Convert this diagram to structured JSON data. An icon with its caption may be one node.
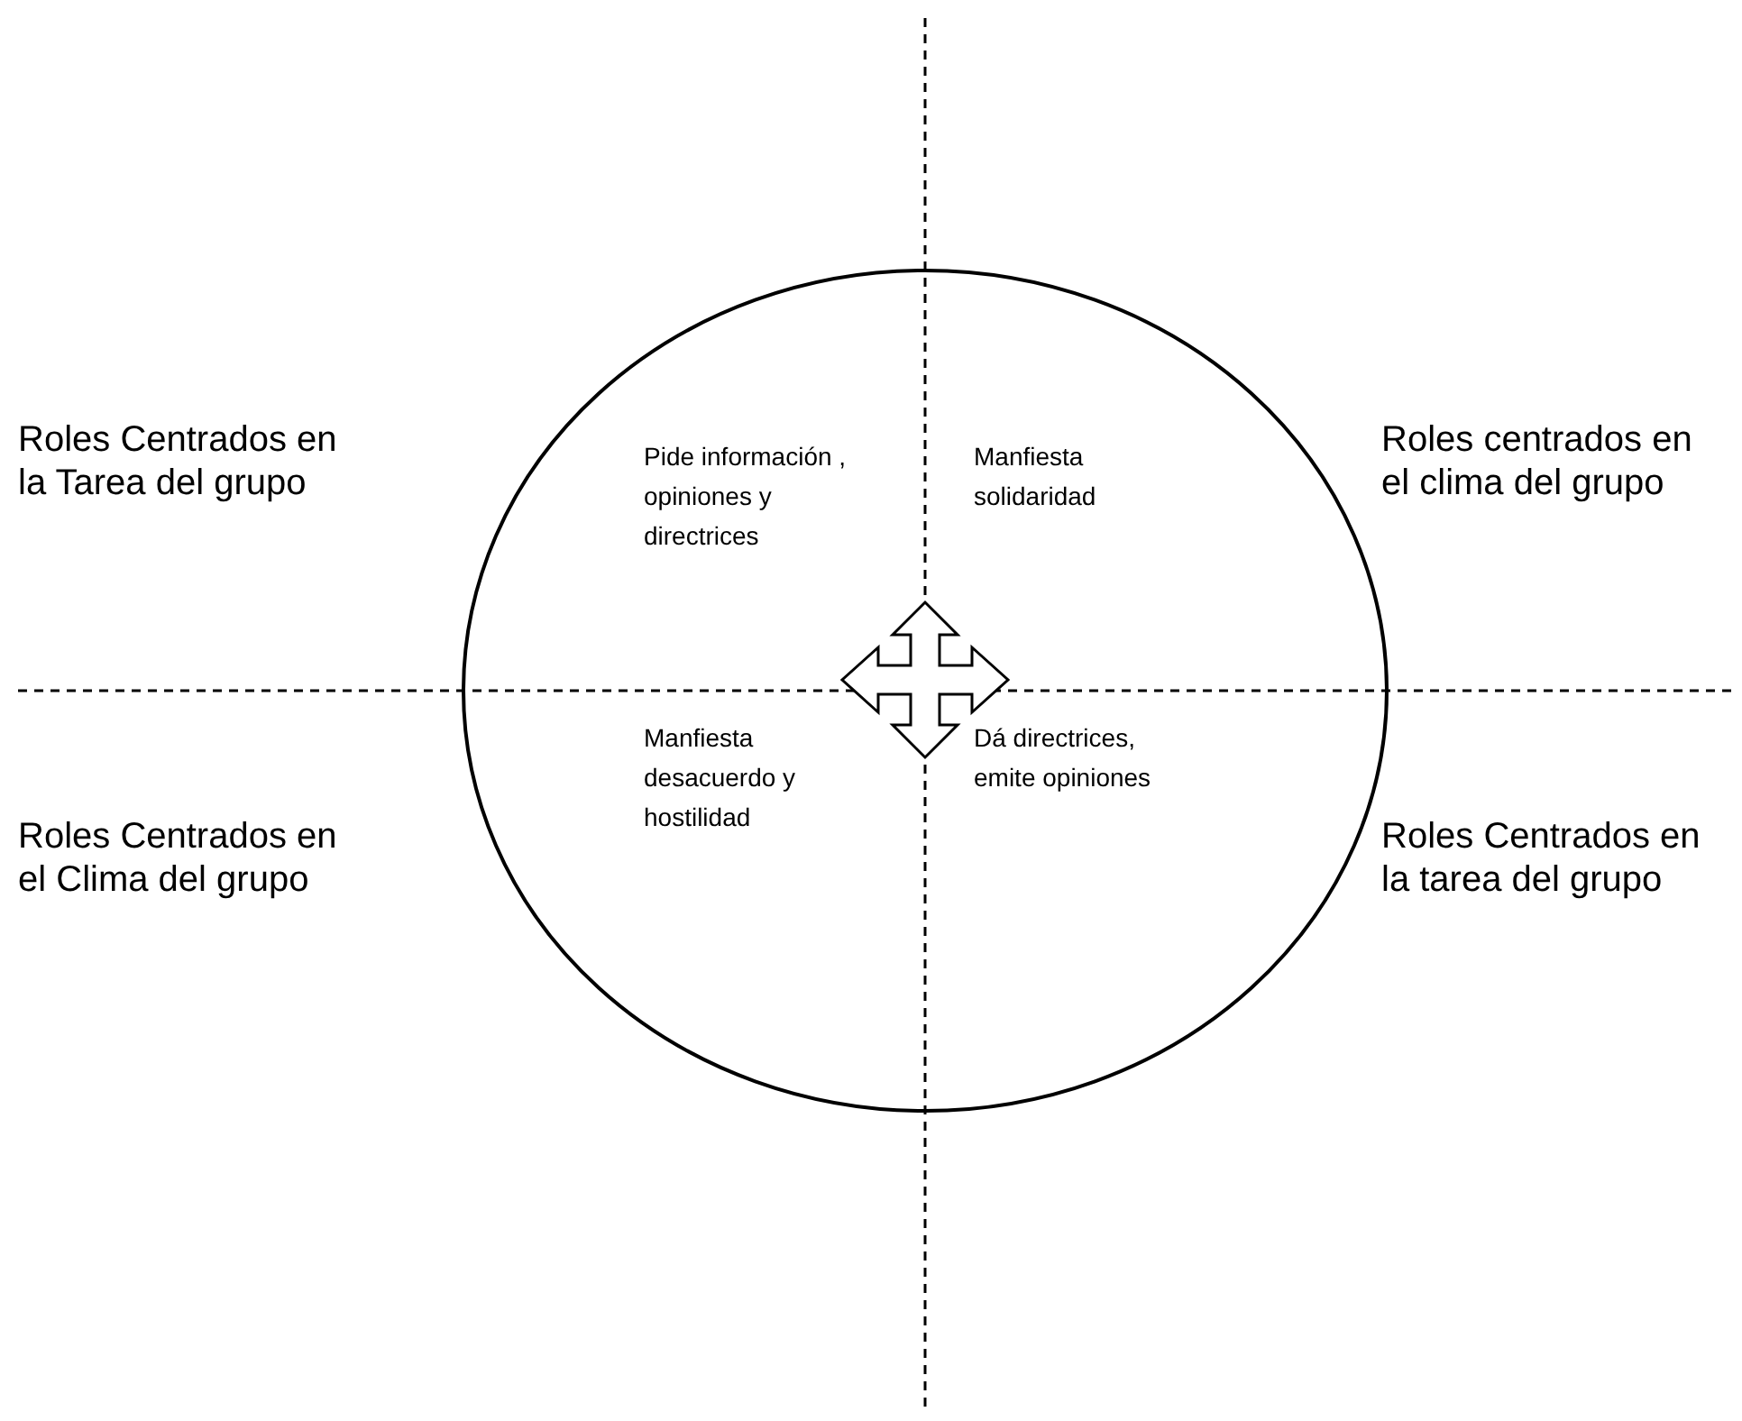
{
  "diagram": {
    "nodes": [
      {
        "text": [
          "Pide información , opiniones y directrices",
          "Manfiesta solidaridad",
          "Manfiesta desacuerdo y hostilidad",
          "Dá directrices, emite opiniones"
        ]
      }
    ],
    "edges": [],
    "labels": [
      "Roles Centrados en la Tarea del grupo",
      "Roles centrados en el clima del grupo",
      "Roles Centrados en el Clima del grupo",
      "Roles Centrados en la tarea del grupo"
    ]
  }
}
